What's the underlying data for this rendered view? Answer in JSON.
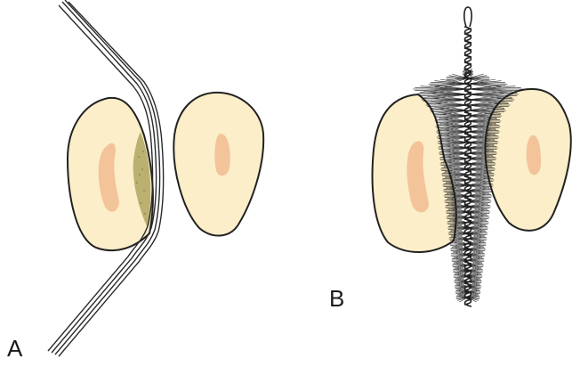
{
  "panels": {
    "a": {
      "label": "A"
    },
    "b": {
      "label": "B"
    }
  },
  "colors": {
    "tooth_fill": "#fbeec8",
    "tooth_stroke": "#222222",
    "pulp_fill": "#f3c39a",
    "plaque_fill": "#b7ac6c",
    "floss_stroke": "#2a2a2a",
    "brush_wire": "#222222",
    "brush_bristle": "#1e1e1e"
  },
  "icons": {
    "floss": "dental-floss-wrap",
    "brush": "interdental-brush"
  }
}
